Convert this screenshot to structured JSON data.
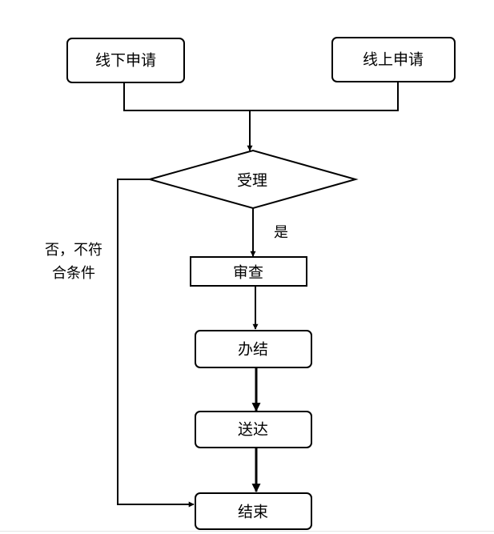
{
  "nodes": {
    "offline": "线下申请",
    "online": "线上申请",
    "accept": "受理",
    "review": "审查",
    "handle": "办结",
    "deliver": "送达",
    "end": "结束"
  },
  "edges": {
    "yes": "是",
    "no_line1": "否，不符",
    "no_line2": "合条件"
  },
  "colors": {
    "stroke": "#000000",
    "fill": "#ffffff"
  }
}
